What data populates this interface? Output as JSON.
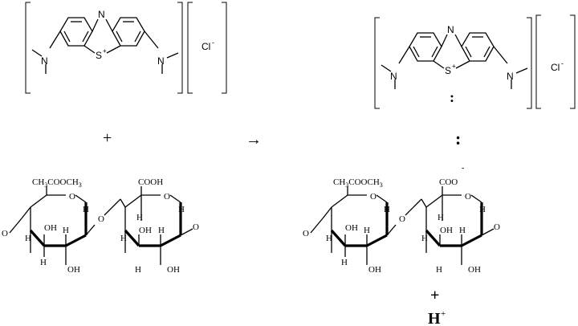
{
  "methylene_blue": {
    "ring_n": "N",
    "ring_s": "S",
    "s_charge": "+",
    "amine_n_left": "N",
    "amine_n_right": "N"
  },
  "chloride": {
    "symbol": "Cl",
    "charge": "-"
  },
  "operators": {
    "plus": "+",
    "arrow": "→",
    "lone_pair": ":"
  },
  "pectin": {
    "ester_group": "CH",
    "ester_sub": "3",
    "ester_tail": "COOCH",
    "ester_tail_sub": "3",
    "acid_group": "COOH",
    "anion_group": "COO",
    "anion_charge": "-",
    "ring_oxygen": "O",
    "glycosidic_oxygen": "O",
    "end_oxygen": "O",
    "hydrogen": "H",
    "hydroxyl": "OH"
  },
  "proton": {
    "plus": "+",
    "symbol": "H",
    "charge": "+"
  }
}
